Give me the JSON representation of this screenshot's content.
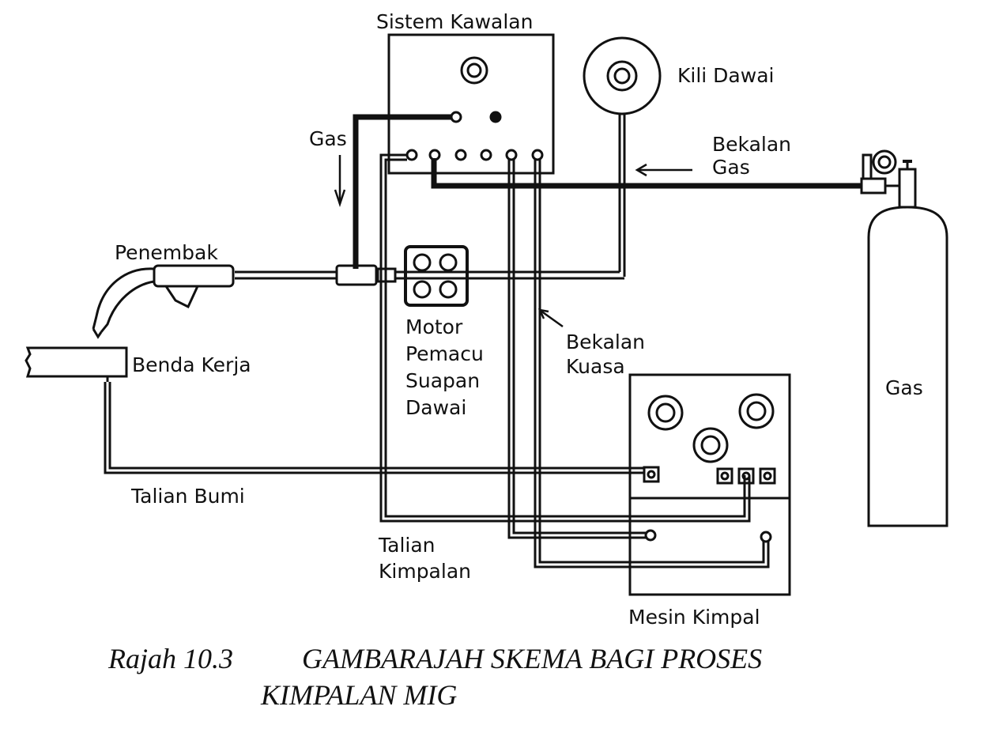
{
  "labels": {
    "control_system": "Sistem Kawalan",
    "wire_reel": "Kili Dawai",
    "gas_arrow": "Gas",
    "gas_supply_1": "Bekalan",
    "gas_supply_2": "Gas",
    "gun": "Penembak",
    "motor_1": "Motor",
    "motor_2": "Pemacu",
    "motor_3": "Suapan",
    "motor_4": "Dawai",
    "power_supply_1": "Bekalan",
    "power_supply_2": "Kuasa",
    "workpiece": "Benda Kerja",
    "gas_cylinder": "Gas",
    "ground_cable": "Talian Bumi",
    "weld_cable_1": "Talian",
    "weld_cable_2": "Kimpalan",
    "welding_machine": "Mesin Kimpal"
  },
  "caption": {
    "number": "Rajah 10.3",
    "line1": "GAMBARAJAH SKEMA BAGI PROSES",
    "line2": "KIMPALAN MIG"
  }
}
